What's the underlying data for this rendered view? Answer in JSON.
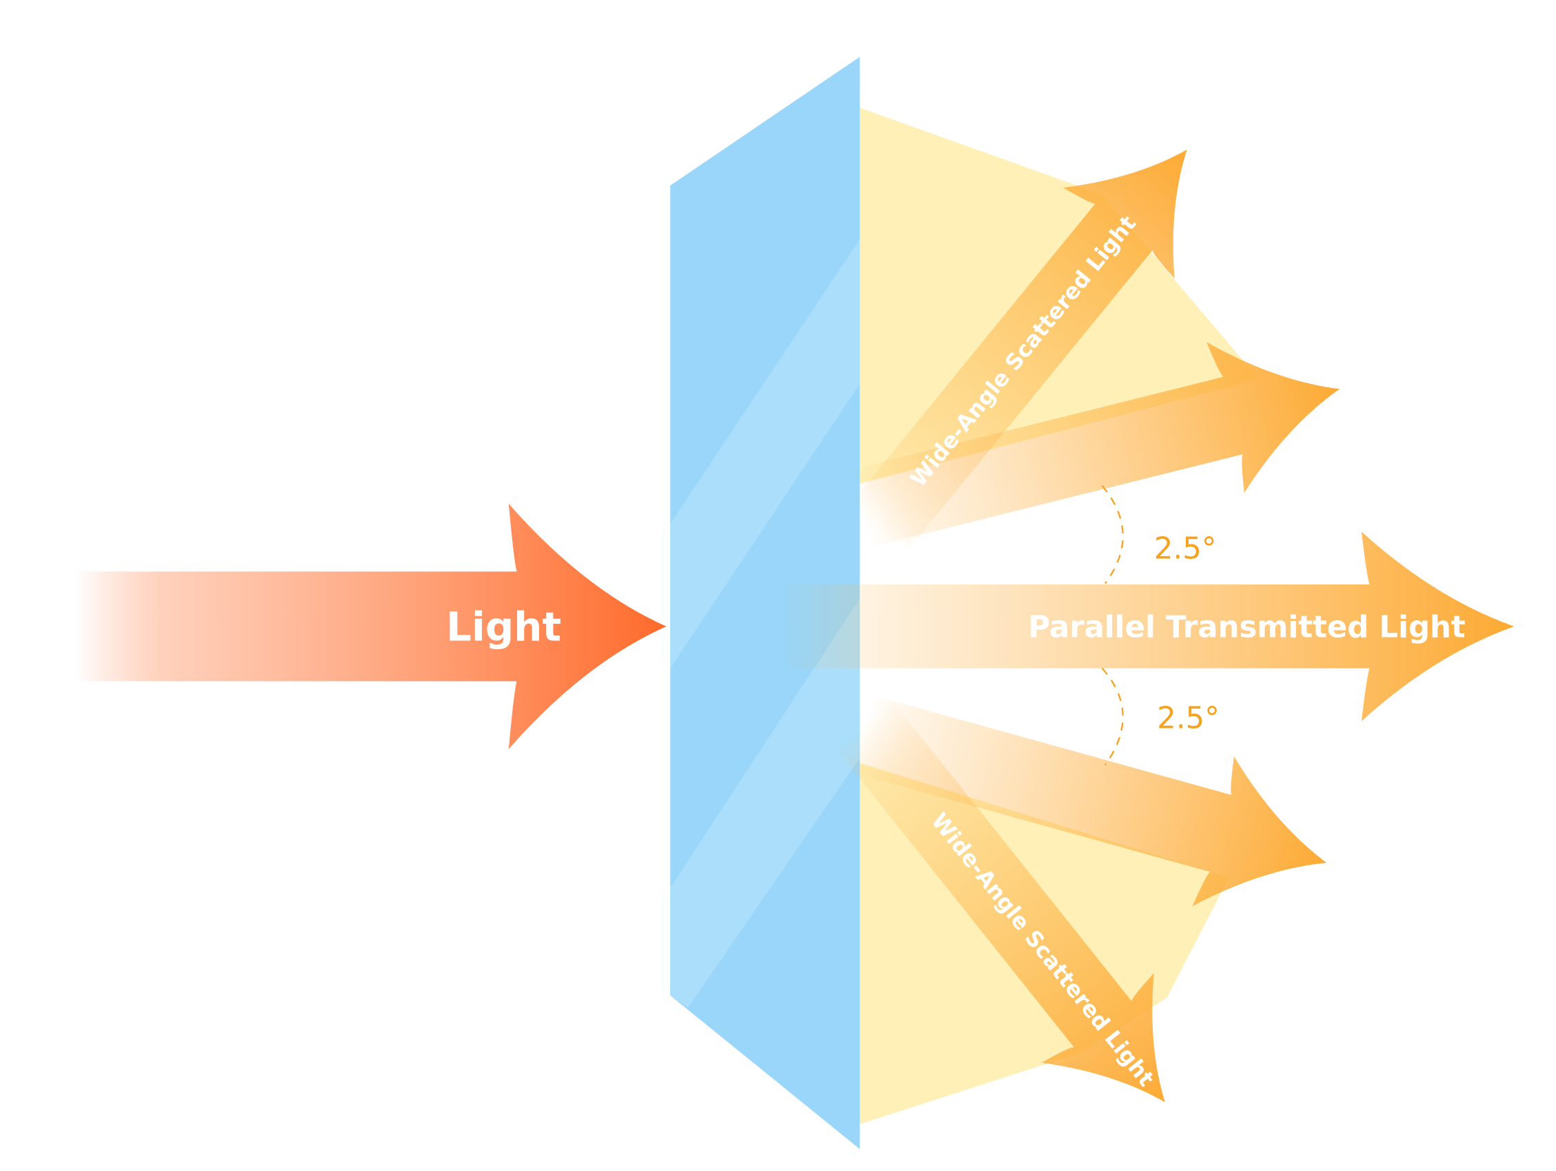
{
  "diagram": {
    "incident_label": "Light",
    "parallel_label": "Parallel Transmitted Light",
    "scatter_upper_label": "Wide-Angle Scattered Light",
    "scatter_lower_label": "Wide-Angle Scattered Light",
    "angle_upper": "2.5°",
    "angle_lower": "2.5°"
  },
  "colors": {
    "glass": "#99d6fa",
    "glass_stripe": "#aadefb",
    "cone": "#fef0b6",
    "incident": "#ff6a2a",
    "transmitted": "#fdaa33",
    "angle_text": "#f5a21f"
  }
}
